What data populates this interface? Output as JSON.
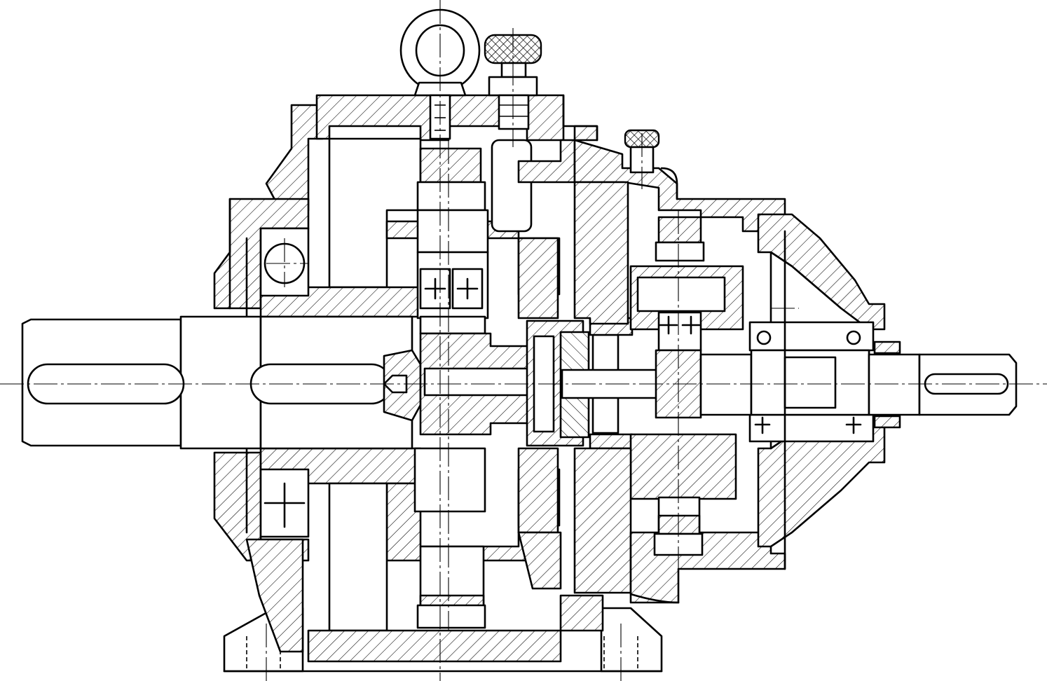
{
  "drawing": {
    "subject": "",
    "colors": {
      "line": "#000000",
      "background": "#ffffff"
    },
    "components": [
      "eye-bolt",
      "oil-filler-plug",
      "vent-plug",
      "input-shaft",
      "output-shaft",
      "housing",
      "bearings",
      "gears",
      "base-feet"
    ]
  }
}
